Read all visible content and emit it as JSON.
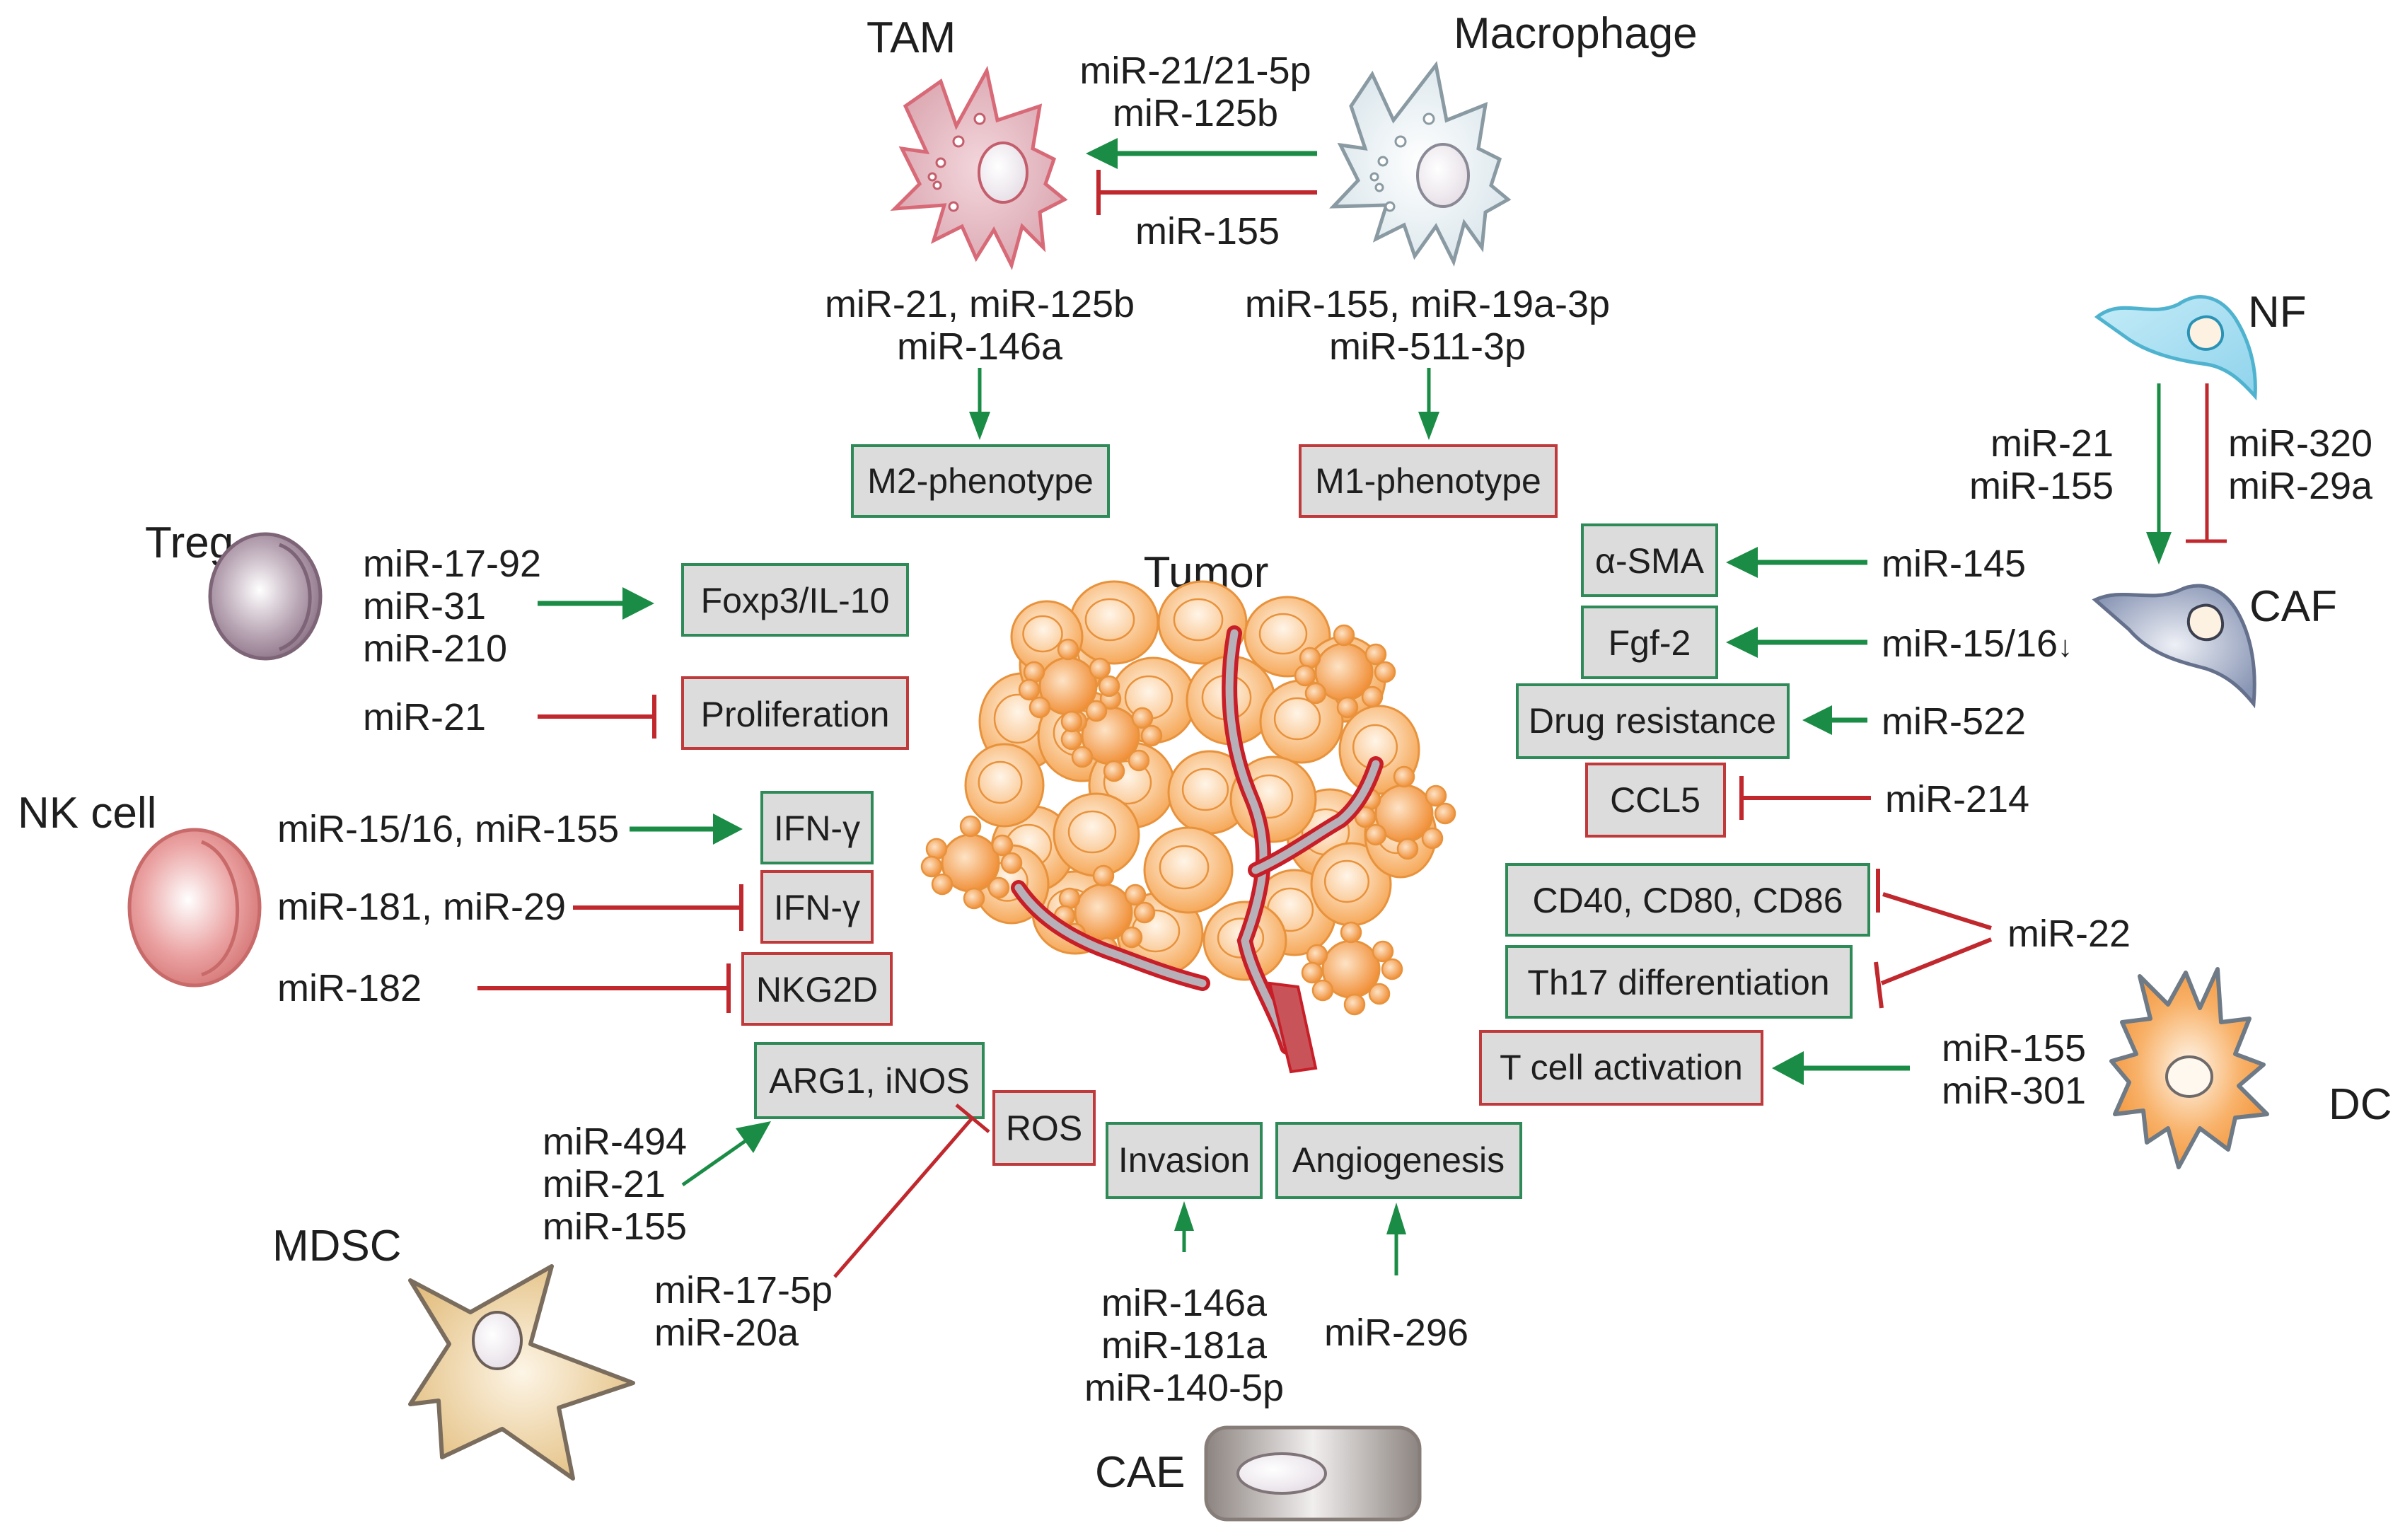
{
  "colors": {
    "activation": "#1a8c45",
    "inhibition": "#c0282d",
    "box_fill": "#dcdcdc",
    "box_green_border": "#2e8a57",
    "box_red_border": "#c0393b",
    "tumor_orange": "#f6a95a"
  },
  "cells": {
    "tam": "TAM",
    "macrophage": "Macrophage",
    "tumor": "Tumor",
    "nf": "NF",
    "caf": "CAF",
    "treg": "Treg",
    "nk": "NK cell",
    "mdsc": "MDSC",
    "dc": "DC",
    "cae": "CAE"
  },
  "macrophage_to_tam": {
    "activate_lines": [
      "miR-21/21-5p",
      "miR-125b"
    ],
    "inhibit_label": "miR-155"
  },
  "tam_phenotype": {
    "mirs": [
      "miR-21, miR-125b",
      "miR-146a"
    ],
    "target": "M2-phenotype"
  },
  "macrophage_phenotype": {
    "mirs": [
      "miR-155, miR-19a-3p",
      "miR-511-3p"
    ],
    "target": "M1-phenotype"
  },
  "treg": {
    "activate_mirs": [
      "miR-17-92",
      "miR-31",
      "miR-210"
    ],
    "activate_target": "Foxp3/IL-10",
    "inhibit_mir": "miR-21",
    "inhibit_target": "Proliferation"
  },
  "nk": {
    "row1": {
      "mir": "miR-15/16, miR-155",
      "target": "IFN-γ",
      "type": "activate"
    },
    "row2": {
      "mir": "miR-181, miR-29",
      "target": "IFN-γ",
      "type": "inhibit"
    },
    "row3": {
      "mir": "miR-182",
      "target": "NKG2D",
      "type": "inhibit"
    }
  },
  "mdsc": {
    "activate_mirs": [
      "miR-494",
      "miR-21",
      "miR-155"
    ],
    "activate_target": "ARG1, iNOS",
    "inhibit_mirs": [
      "miR-17-5p",
      "miR-20a"
    ],
    "inhibit_target": "ROS"
  },
  "cae": {
    "invasion_mirs": [
      "miR-146a",
      "miR-181a",
      "miR-140-5p"
    ],
    "invasion_target": "Invasion",
    "angio_mir": "miR-296",
    "angio_target": "Angiogenesis"
  },
  "nf_caf": {
    "activate_mirs": [
      "miR-21",
      "miR-155"
    ],
    "inhibit_mirs": [
      "miR-320",
      "miR-29a"
    ]
  },
  "caf": {
    "rows": [
      {
        "target": "α-SMA",
        "mir": "miR-145",
        "type": "activate"
      },
      {
        "target": "Fgf-2",
        "mir": "miR-15/16",
        "suffix": "↓",
        "type": "activate"
      },
      {
        "target": "Drug resistance",
        "mir": "miR-522",
        "type": "activate"
      },
      {
        "target": "CCL5",
        "mir": "miR-214",
        "type": "inhibit"
      }
    ]
  },
  "dc": {
    "inhibit_mir": "miR-22",
    "inhibit_targets": [
      "CD40, CD80, CD86",
      "Th17 differentiation"
    ],
    "activate_mirs": [
      "miR-155",
      "miR-301"
    ],
    "activate_target": "T cell activation"
  }
}
